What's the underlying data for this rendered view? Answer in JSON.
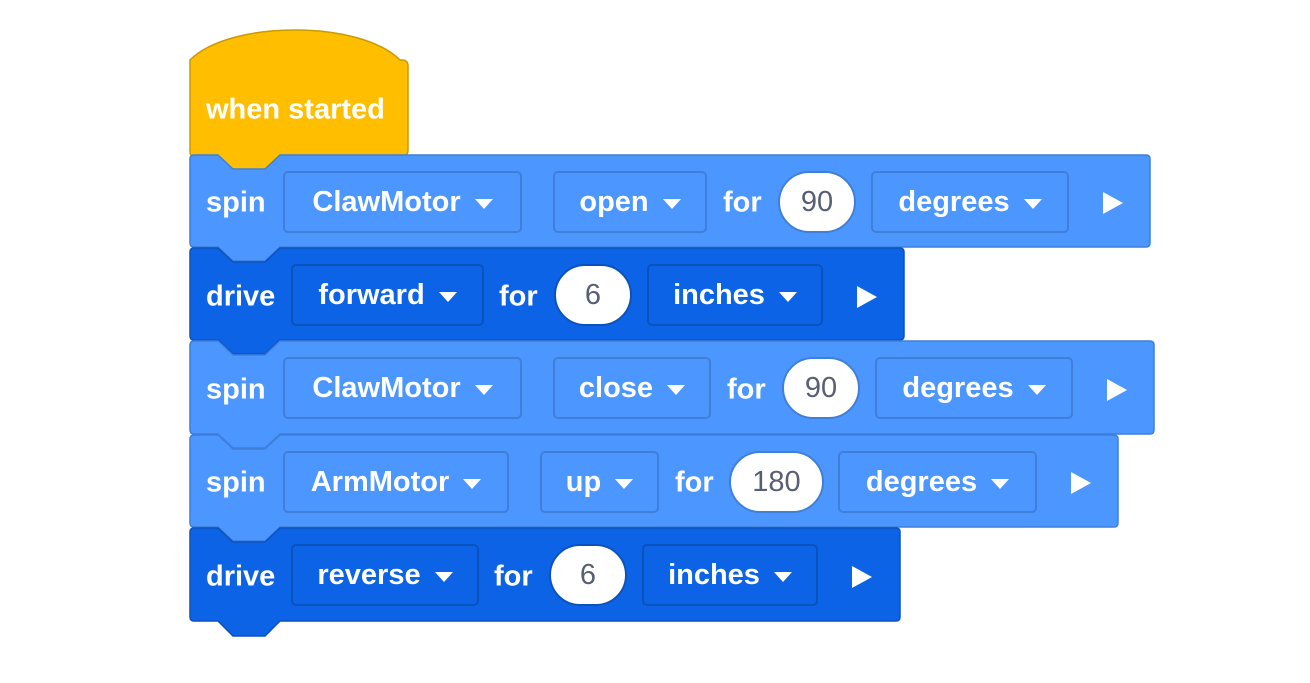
{
  "hat": {
    "label": "when started"
  },
  "blocks": [
    {
      "verb": "spin",
      "motor": "ClawMotor",
      "direction": "open",
      "for_label": "for",
      "amount": "90",
      "unit": "degrees"
    },
    {
      "verb": "drive",
      "direction": "forward",
      "for_label": "for",
      "amount": "6",
      "unit": "inches"
    },
    {
      "verb": "spin",
      "motor": "ClawMotor",
      "direction": "close",
      "for_label": "for",
      "amount": "90",
      "unit": "degrees"
    },
    {
      "verb": "spin",
      "motor": "ArmMotor",
      "direction": "up",
      "for_label": "for",
      "amount": "180",
      "unit": "degrees"
    },
    {
      "verb": "drive",
      "direction": "reverse",
      "for_label": "for",
      "amount": "6",
      "unit": "inches"
    }
  ],
  "colors": {
    "event": "#ffbf00",
    "motion": "#4c97ff",
    "drivetrain": "#0d63e6"
  },
  "icons": {
    "dropdown": "caret-down-icon",
    "run": "play-icon"
  }
}
